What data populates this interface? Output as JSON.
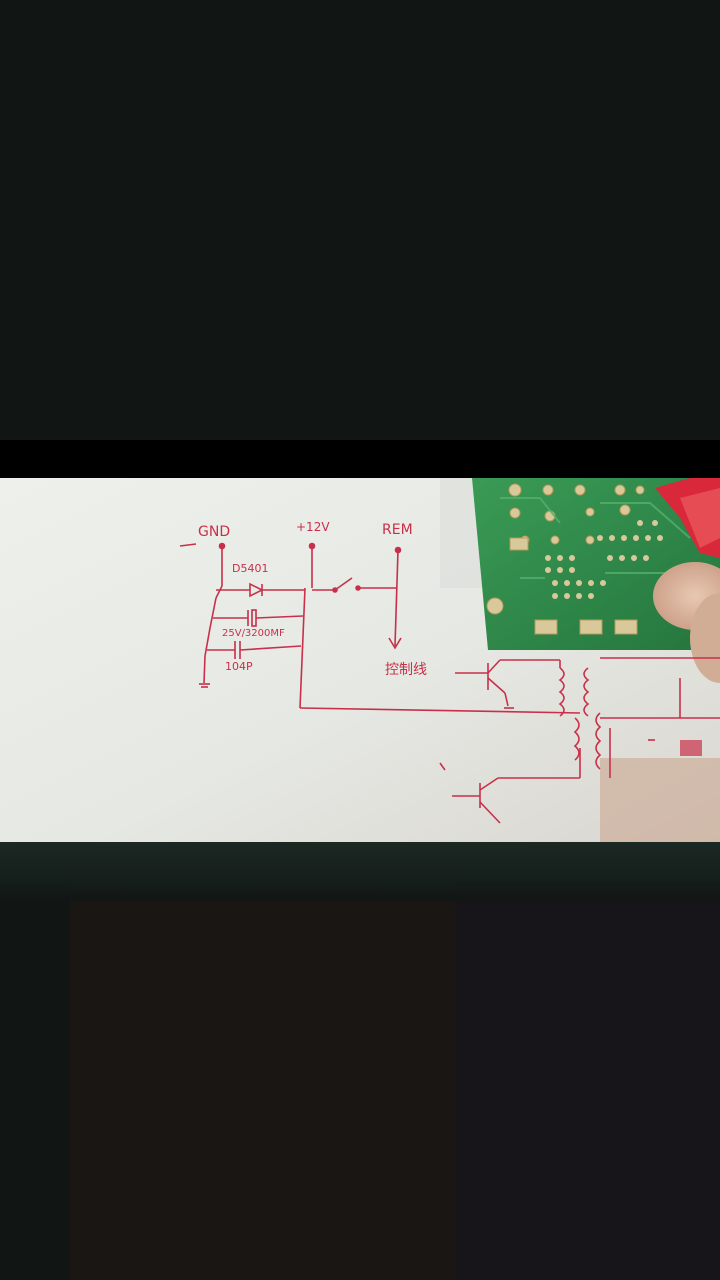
{
  "photo": {
    "schematic_labels": {
      "gnd": "GND",
      "v12": "+12V",
      "rem": "REM",
      "diode": "D5401",
      "capacitor": "25V/3200MF",
      "cap_small": "104P",
      "control_line": "控制线"
    }
  },
  "colors": {
    "ink": "#c8304a",
    "paper": "#e9ebe6",
    "pcb": "#2e8a4a",
    "background": "#111614"
  }
}
